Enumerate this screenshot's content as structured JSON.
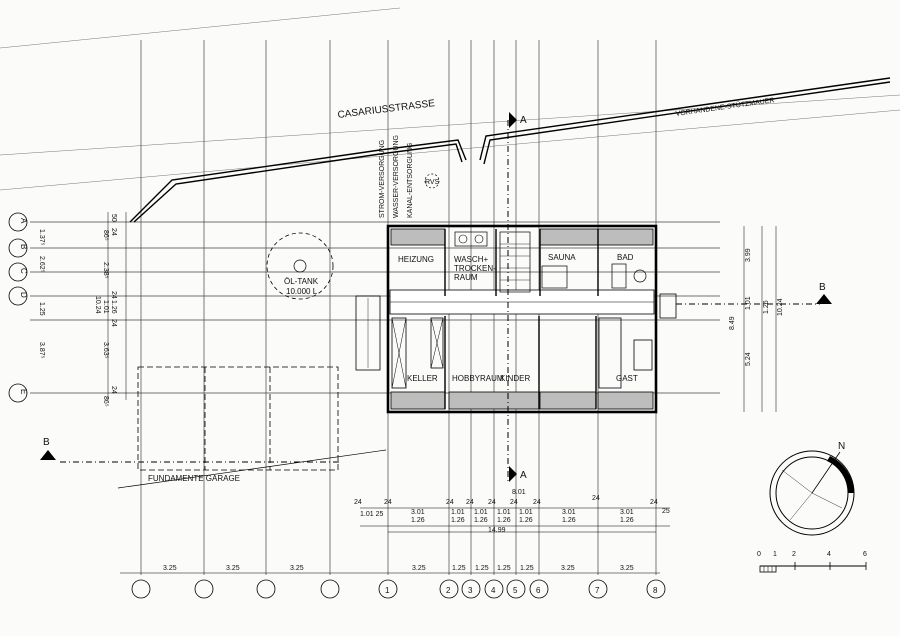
{
  "street": "CASARIUSSTRASSE",
  "wall_label": "VORHANDENE-STÜTZMAUER",
  "utilities": [
    "STROM-VERSORGUNG",
    "WASSER-VERSORGUNG",
    "KANAL-ENTSORGUNG"
  ],
  "rvs": "RVS",
  "tank": [
    "ÖL-TANK",
    "10.000 L"
  ],
  "garage": "FUNDAMENTE GARAGE",
  "rooms": {
    "heizung": "HEIZUNG",
    "wasch": [
      "WASCH+",
      "TROCKEN-",
      "RAUM"
    ],
    "sauna": "SAUNA",
    "bad": "BAD",
    "keller": "KELLER",
    "hobby": "HOBBYRAUM",
    "kinder": "KINDER",
    "gast": "GAST"
  },
  "section": {
    "a": "A",
    "b": "B",
    "a_elev": "8.01"
  },
  "row_axes": [
    "A",
    "B",
    "C",
    "D",
    "E"
  ],
  "row_dims_outer": [
    "1.37⁵",
    "2.62⁵",
    "1.25",
    "3.87⁵"
  ],
  "row_dims_inner": [
    "50",
    "24",
    "86⁵",
    "2.38⁵",
    "24",
    "1.01",
    "1.26",
    "10.24",
    "24",
    "3.63⁵",
    "24",
    "86⁵"
  ],
  "col_axes": [
    "1",
    "2",
    "3",
    "4",
    "5",
    "6",
    "7",
    "8"
  ],
  "col_dims_bottom": [
    "3.25",
    "3.25",
    "3.25",
    "3.25",
    "1.25",
    "1.25",
    "1.25",
    "1.25",
    "3.25",
    "3.25"
  ],
  "col_dims_top": [
    "24",
    "24",
    "24",
    "24",
    "24",
    "24",
    "24",
    "24",
    "24",
    "25"
  ],
  "col_dims_mid": [
    "3.01",
    "1.01",
    "1.01",
    "1.01",
    "1.01",
    "3.01",
    "3.01",
    "1.01 25"
  ],
  "col_dims_low": [
    "1.26",
    "1.26",
    "1.26",
    "1.26",
    "1.26",
    "1.26",
    "1.26"
  ],
  "total_width": "14.99",
  "right_dims": [
    "3.99",
    "1.01",
    "1.26",
    "10.24",
    "5.24",
    "8.49"
  ],
  "north": "N",
  "scale_ticks": [
    "0",
    "1",
    "2",
    "4",
    "6"
  ]
}
